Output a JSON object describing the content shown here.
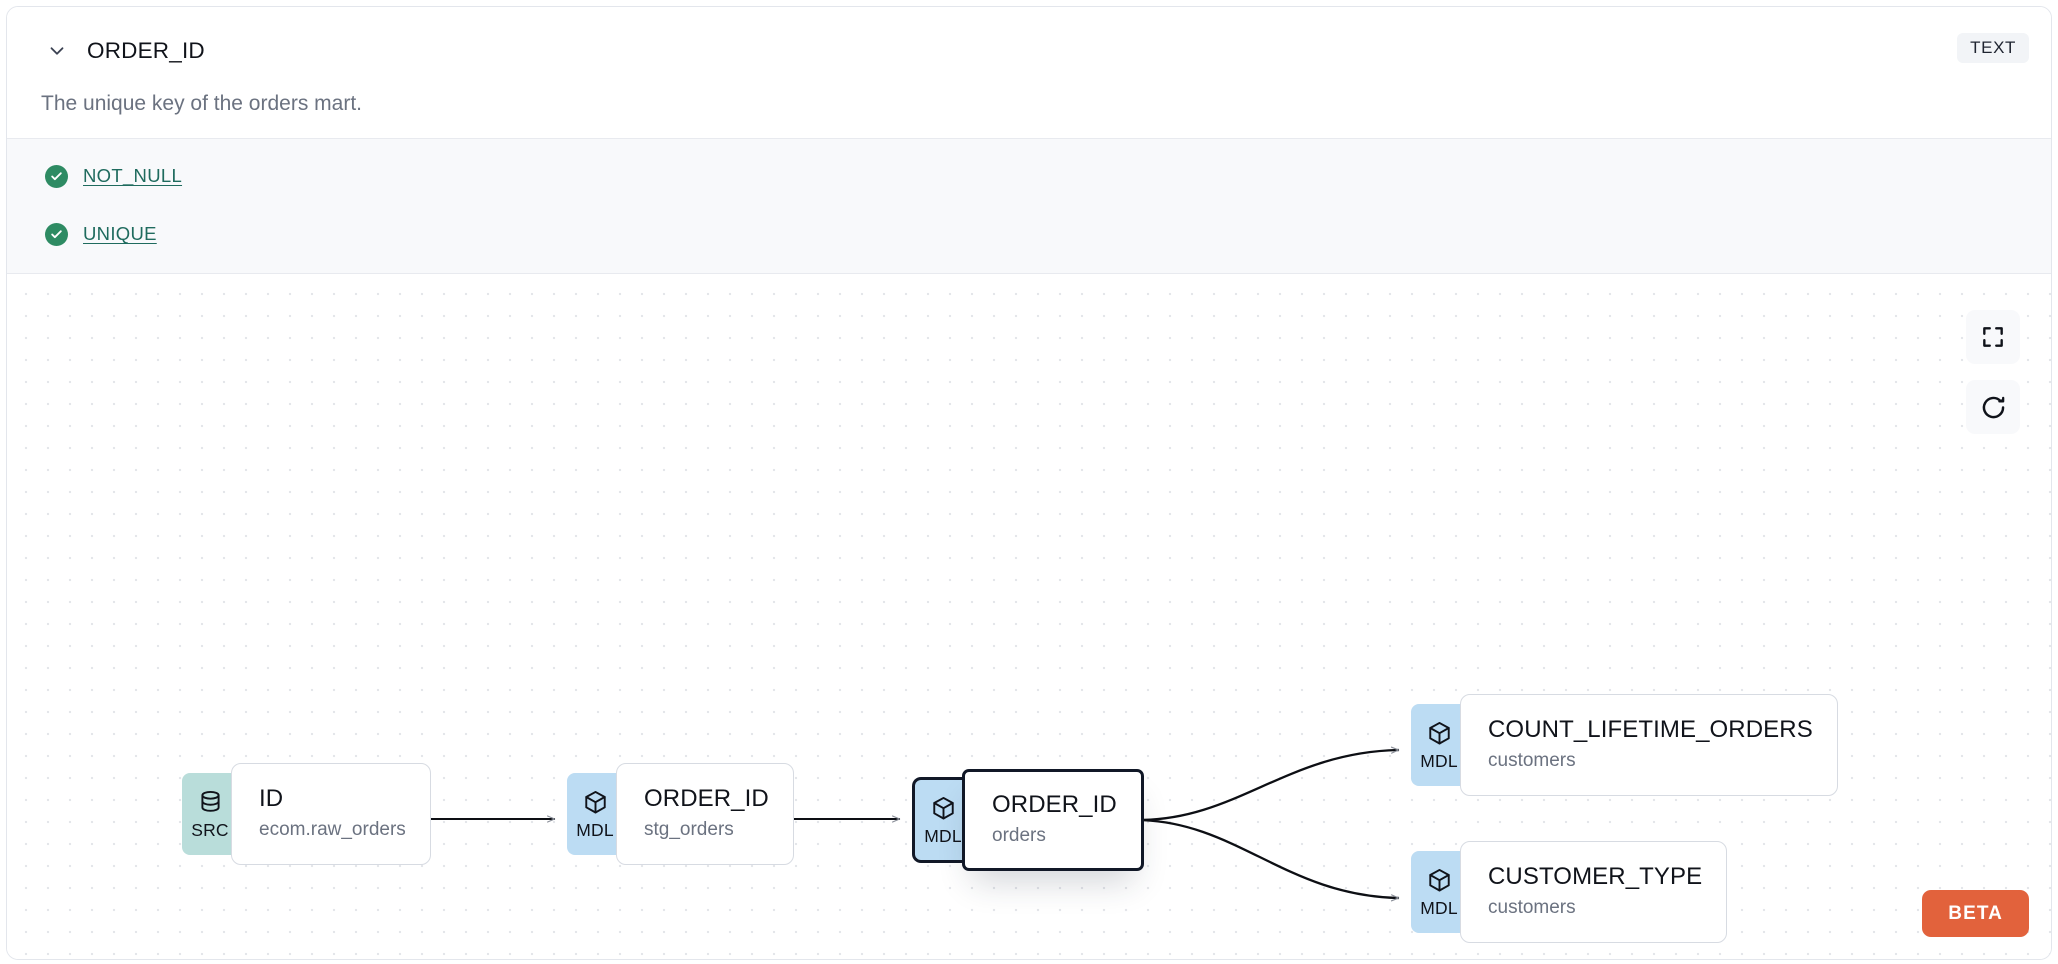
{
  "header": {
    "collapse_icon": "chevron-down-icon",
    "title": "ORDER_ID",
    "type_badge": "TEXT",
    "description": "The unique key of the orders mart."
  },
  "tests": {
    "items": [
      {
        "status_icon": "check-circle-icon",
        "label": "NOT_NULL",
        "status": "passing"
      },
      {
        "status_icon": "check-circle-icon",
        "label": "UNIQUE",
        "status": "passing"
      }
    ]
  },
  "lineage": {
    "nodes": [
      {
        "id": "src",
        "badge": "SRC",
        "badge_icon": "database-icon",
        "name": "ID",
        "sub": "ecom.raw_orders",
        "selected": false
      },
      {
        "id": "stg",
        "badge": "MDL",
        "badge_icon": "cube-icon",
        "name": "ORDER_ID",
        "sub": "stg_orders",
        "selected": false
      },
      {
        "id": "ord",
        "badge": "MDL",
        "badge_icon": "cube-icon",
        "name": "ORDER_ID",
        "sub": "orders",
        "selected": true
      },
      {
        "id": "clo",
        "badge": "MDL",
        "badge_icon": "cube-icon",
        "name": "COUNT_LIFETIME_ORDERS",
        "sub": "customers",
        "selected": false
      },
      {
        "id": "ctype",
        "badge": "MDL",
        "badge_icon": "cube-icon",
        "name": "CUSTOMER_TYPE",
        "sub": "customers",
        "selected": false
      }
    ],
    "edges": [
      {
        "from": "src",
        "to": "stg"
      },
      {
        "from": "stg",
        "to": "ord"
      },
      {
        "from": "ord",
        "to": "clo"
      },
      {
        "from": "ord",
        "to": "ctype"
      }
    ],
    "controls": [
      {
        "name": "fullscreen-icon",
        "label": ""
      },
      {
        "name": "refresh-icon",
        "label": ""
      }
    ],
    "beta_label": "BETA"
  },
  "colors": {
    "src_badge": "#b9ddda",
    "mdl_badge": "#bcdcf3",
    "test_pass": "#2e8b63",
    "test_link": "#1f6b5e",
    "beta": "#e2623c",
    "selected_border": "#111827"
  }
}
